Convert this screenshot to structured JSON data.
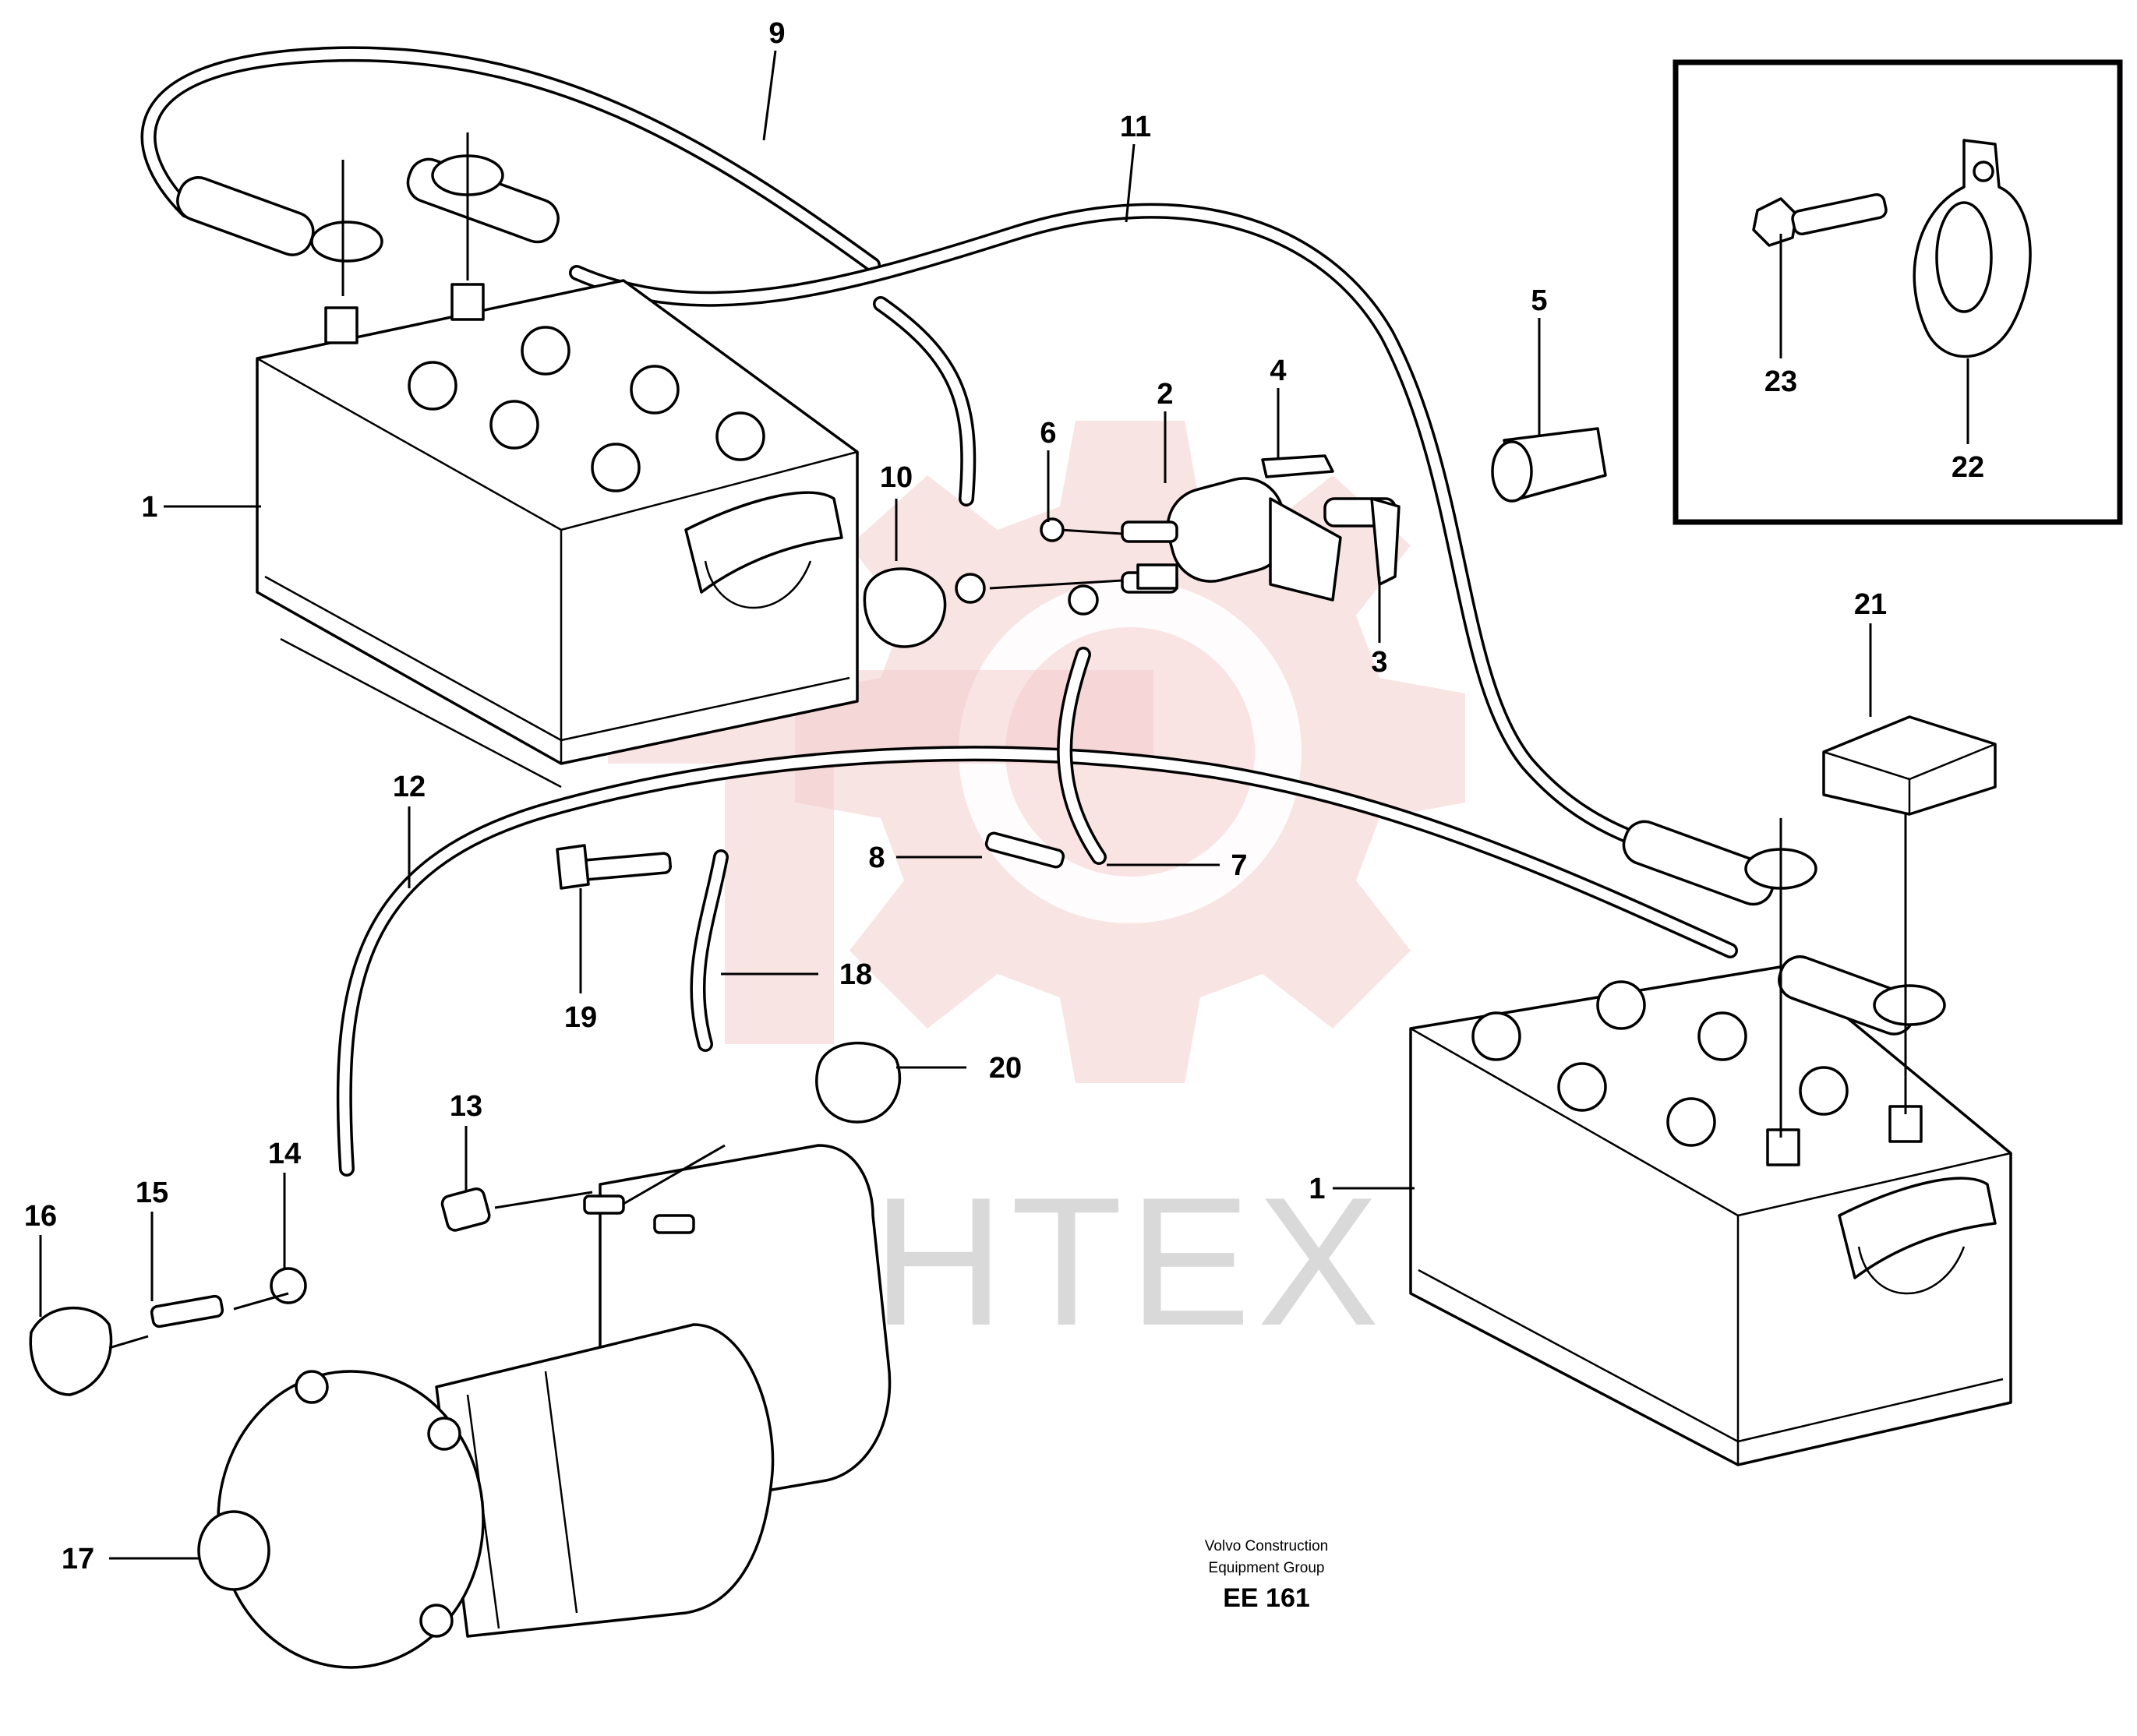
{
  "title": "",
  "watermark": {
    "text": "ИНТЕХ",
    "gear_color": "#f3c4c4",
    "text_color": "#d9d9d9"
  },
  "callouts": [
    "1",
    "1",
    "2",
    "3",
    "4",
    "5",
    "6",
    "7",
    "8",
    "9",
    "10",
    "11",
    "12",
    "13",
    "14",
    "15",
    "16",
    "17",
    "18",
    "19",
    "20",
    "21",
    "22",
    "23"
  ],
  "footer": {
    "line1": "Volvo Construction",
    "line2": "Equipment Group",
    "code": "EE 161"
  }
}
